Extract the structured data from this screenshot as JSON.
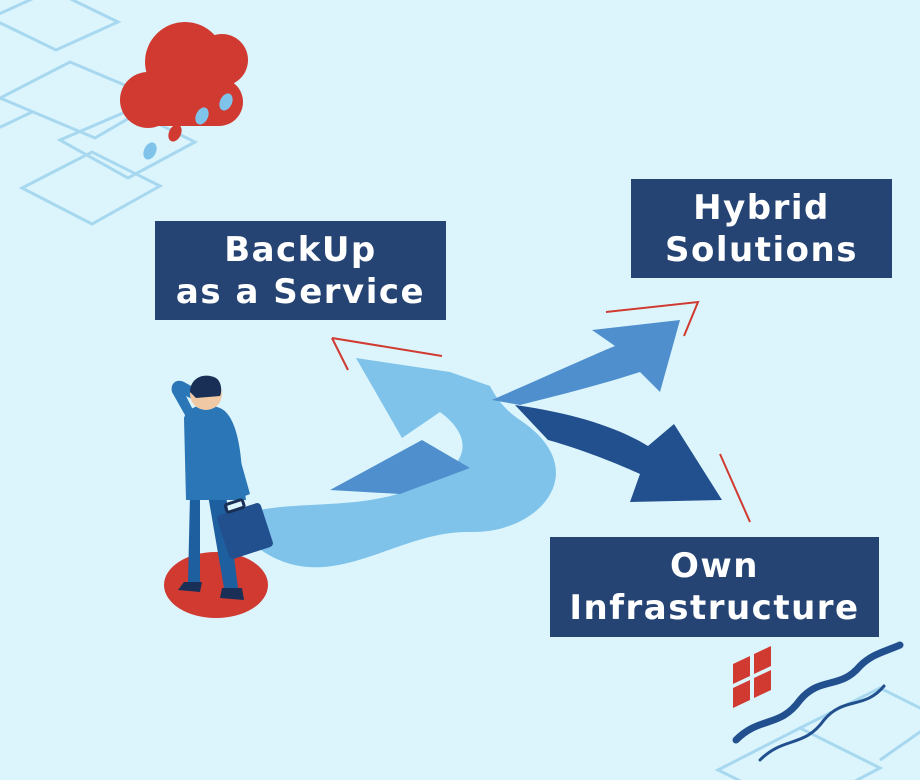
{
  "options": {
    "baas": {
      "line1": "BackUp",
      "line2": "as a Service"
    },
    "hybrid": {
      "line1": "Hybrid",
      "line2": "Solutions"
    },
    "own": {
      "line1": "Own",
      "line2": "Infrastructure"
    }
  },
  "colors": {
    "background": "#dcf5fd",
    "label_box": "#254474",
    "light_arrow": "#7fc3ea",
    "mid_arrow": "#4f8fcd",
    "dark_arrow": "#22508f",
    "accent_red": "#d03a30",
    "grid_line": "#a7d8ef"
  },
  "icons": [
    "cloud-rain-icon",
    "building-windows-icon",
    "businessman-figure",
    "briefcase-icon"
  ]
}
